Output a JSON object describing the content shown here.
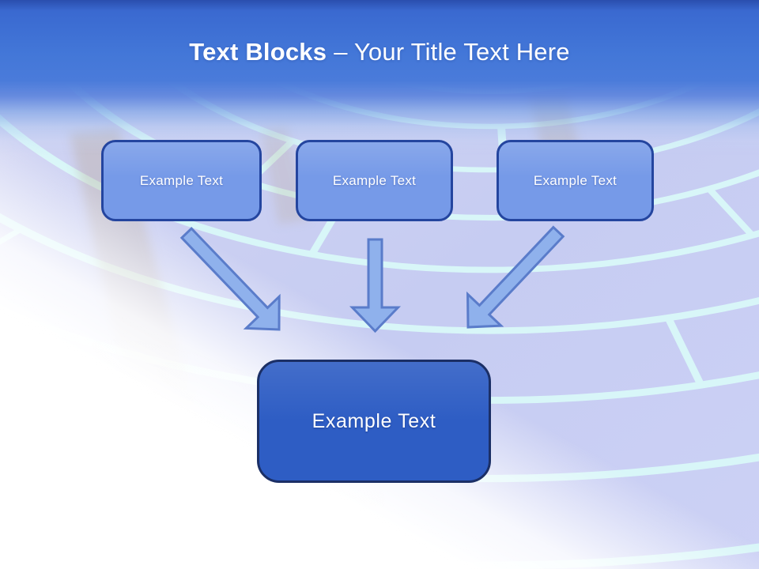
{
  "slide_title": {
    "bold": "Text Blocks",
    "regular": "– Your Title Text Here"
  },
  "diagram": {
    "top_boxes": [
      {
        "label": "Example Text"
      },
      {
        "label": "Example Text"
      },
      {
        "label": "Example Text"
      }
    ],
    "center_box": {
      "label": "Example Text"
    },
    "connectors": [
      {
        "name": "left-diagonal-arrow",
        "from": "top-box-1",
        "to": "center-box"
      },
      {
        "name": "middle-vertical-arrow",
        "from": "top-box-2",
        "to": "center-box"
      },
      {
        "name": "right-diagonal-arrow",
        "from": "top-box-3",
        "to": "center-box"
      }
    ]
  },
  "colors": {
    "header_top": "#2a4eae",
    "header_main": "#4377d8",
    "title_text": "#ffffff",
    "block_fill": "#769ae8",
    "block_border": "#24459f",
    "center_fill": "#2e5dc4",
    "center_border": "#1b2f66",
    "arrow_fill": "#8fb1ec",
    "arrow_outline": "#5a7cca",
    "maze_wall": "#c9cef2",
    "maze_groove": "#d8f6f8"
  }
}
